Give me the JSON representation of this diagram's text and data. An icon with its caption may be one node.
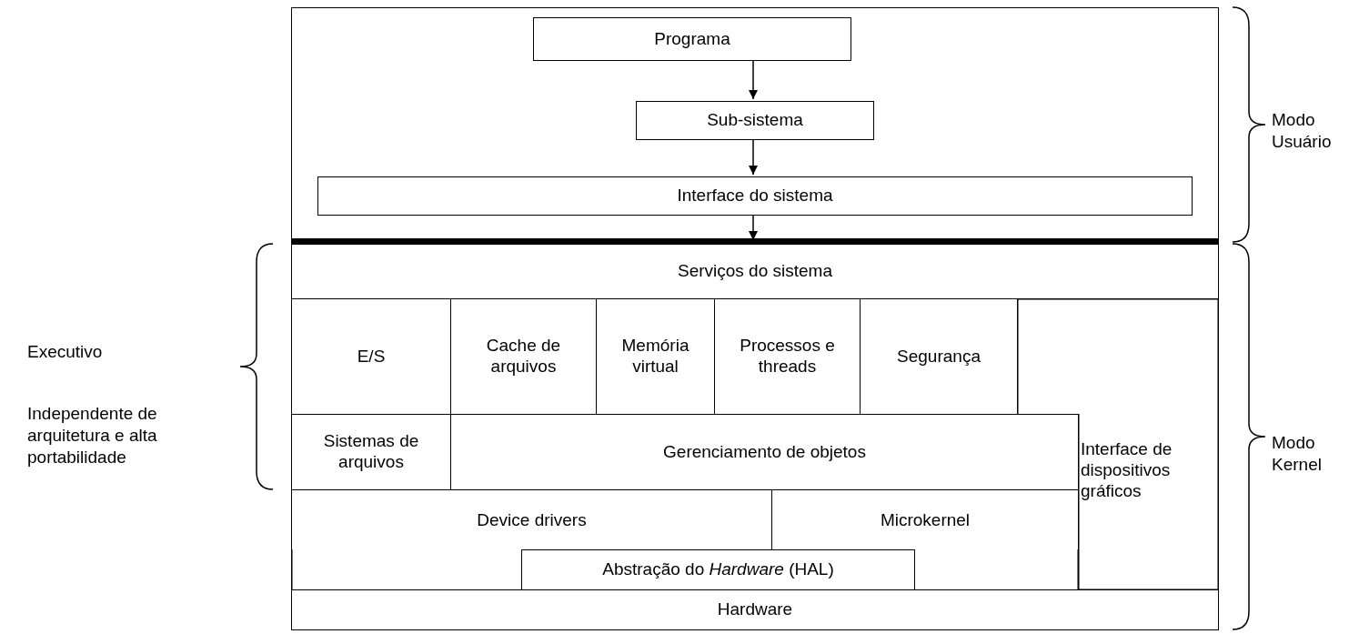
{
  "diagram": {
    "nodes": [
      {
        "text": [],
        "shape": "box"
      },
      {
        "text": [
          "Programa"
        ],
        "in": 0
      },
      {
        "text": [
          "Sub-sistema"
        ],
        "in": 0
      },
      {
        "text": [
          "Interface do sistema"
        ],
        "in": 0
      },
      {
        "text": [
          "Serviços do sistema"
        ]
      },
      {
        "text": [
          "E/S"
        ]
      },
      {
        "text": [
          "Cache de arquivos"
        ]
      },
      {
        "text": [
          "Memória virtual"
        ]
      },
      {
        "text": [
          "Processos e threads"
        ]
      },
      {
        "text": [
          "Segurança"
        ]
      },
      {
        "text": [
          "Interface de dispositivos gráficos"
        ]
      },
      {
        "text": [
          "Sistemas de arquivos"
        ]
      },
      {
        "text": [
          "Gerenciamento de objetos"
        ]
      },
      {
        "text": [
          "Device drivers"
        ]
      },
      {
        "text": [
          "Microkernel"
        ]
      },
      {
        "text": [
          "Abstração do *Hardware* (HAL)"
        ]
      },
      {
        "text": [
          "Hardware"
        ]
      }
    ],
    "edges": [
      {
        "from": 1,
        "to": 2,
        "arrow": "to"
      },
      {
        "from": 2,
        "to": 3,
        "arrow": "to"
      },
      {
        "from": 3,
        "to": 4,
        "arrow": "to"
      }
    ],
    "labels": [
      "Modo Usuário",
      "Executivo",
      "Independente de arquitetura e alta portabilidade",
      "Modo Kernel"
    ]
  }
}
